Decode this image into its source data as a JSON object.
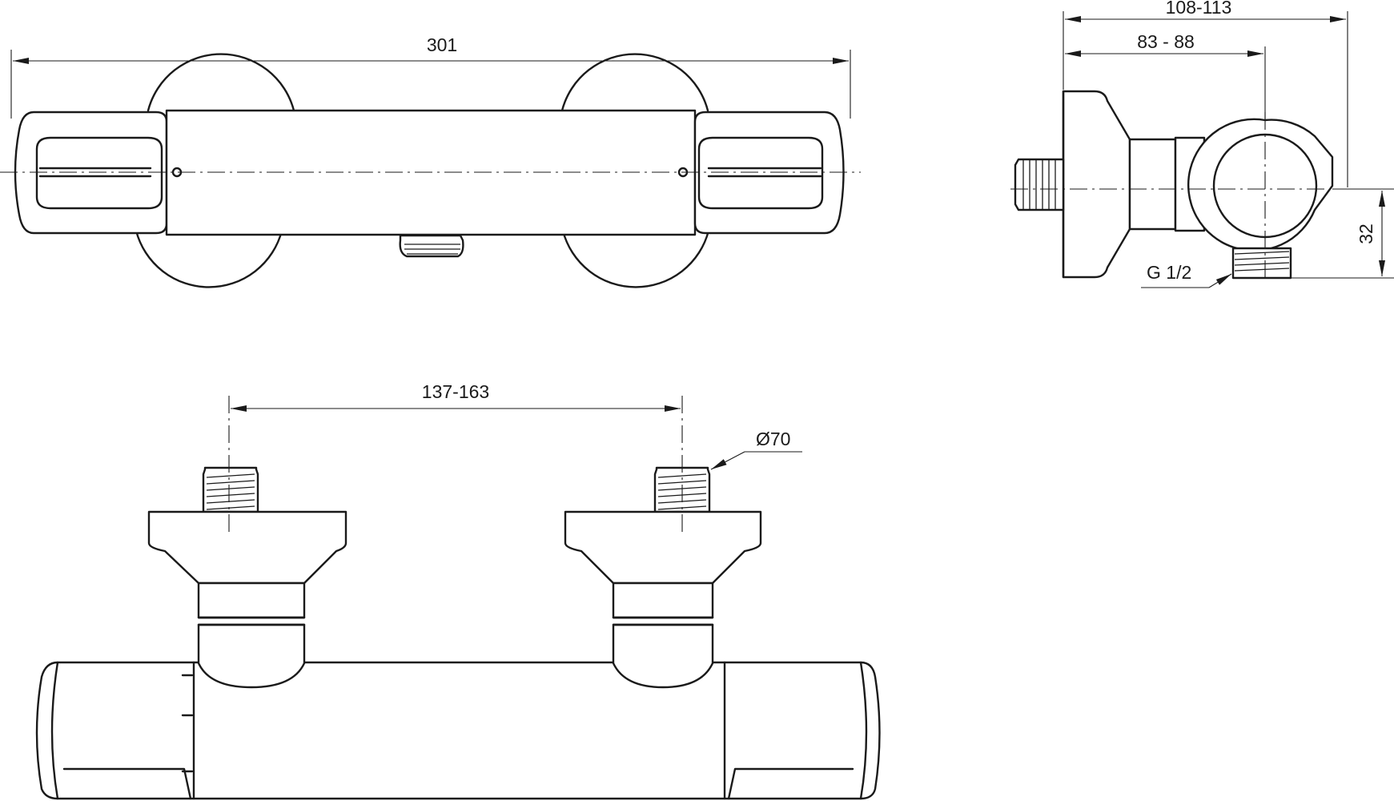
{
  "dimensions": {
    "total_length": "301",
    "depth_range": "108-113",
    "depth_range_2": "83 - 88",
    "outlet_offset": "32",
    "outlet_thread": "G 1/2",
    "inlet_spacing": "137-163",
    "flange_diameter": "Ø70"
  },
  "colors": {
    "line": "#1a1a1a",
    "background": "#ffffff"
  }
}
